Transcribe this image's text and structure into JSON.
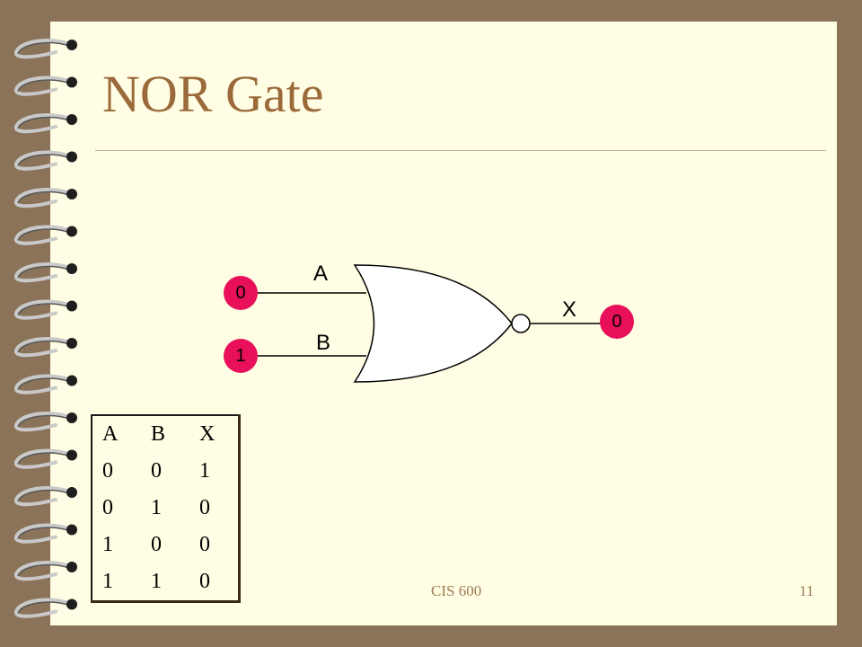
{
  "slide": {
    "title": "NOR Gate",
    "footer": "CIS 600",
    "page_number": "11"
  },
  "gate": {
    "type": "NOR",
    "input_a": {
      "label": "A",
      "value": "0"
    },
    "input_b": {
      "label": "B",
      "value": "1"
    },
    "output": {
      "label": "X",
      "value": "0"
    },
    "colors": {
      "bubble": "#e8105a",
      "wire": "#000000",
      "gate_fill": "#ffffff"
    }
  },
  "truth_table": {
    "headers": [
      "A",
      "B",
      "X"
    ],
    "rows": [
      [
        "0",
        "0",
        "1"
      ],
      [
        "0",
        "1",
        "0"
      ],
      [
        "1",
        "0",
        "0"
      ],
      [
        "1",
        "1",
        "0"
      ]
    ]
  },
  "theme": {
    "background": "#8b7359",
    "slide": "#fffde3",
    "title_color": "#9b6a3a"
  }
}
